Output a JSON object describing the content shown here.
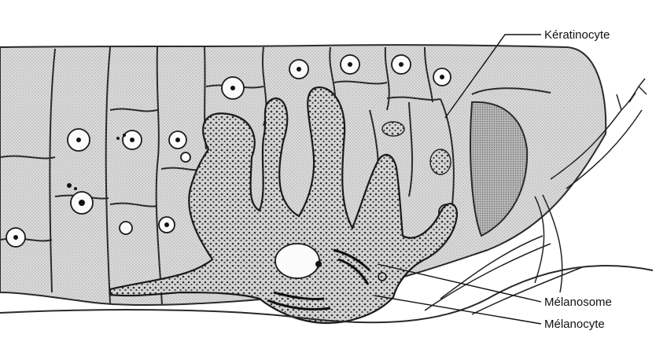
{
  "labels": {
    "keratinocyte": "Kératinocyte",
    "melanosome": "Mélanosome",
    "melanocyte": "Mélanocyte"
  },
  "colors": {
    "background": "#ffffff",
    "epidermis_fill": "#d9d9d9",
    "stipple": "#8f8f8f",
    "line": "#2a2a2a"
  }
}
